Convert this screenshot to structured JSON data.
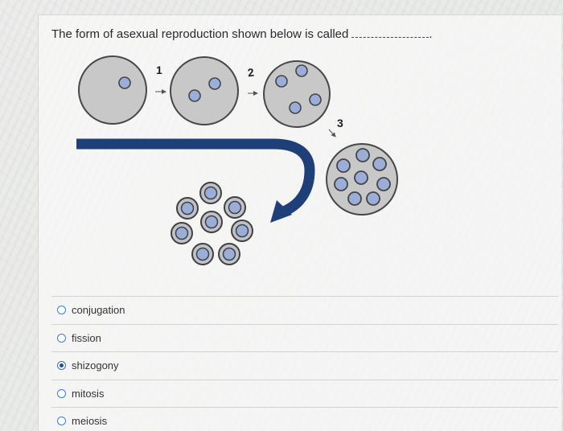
{
  "question": {
    "text": "The form of asexual reproduction shown below is called",
    "blank_suffix": "."
  },
  "diagram": {
    "step_labels": [
      "1",
      "2",
      "3"
    ],
    "colors": {
      "cell_fill": "#c8c9c8",
      "cell_stroke": "#4a4a4a",
      "nucleus_fill": "#9aaed9",
      "arrow": "#1f3f78"
    }
  },
  "answers": {
    "selected_index": 2,
    "options": [
      {
        "label": "conjugation"
      },
      {
        "label": "fission"
      },
      {
        "label": "shizogony"
      },
      {
        "label": "mitosis"
      },
      {
        "label": "meiosis"
      }
    ]
  }
}
